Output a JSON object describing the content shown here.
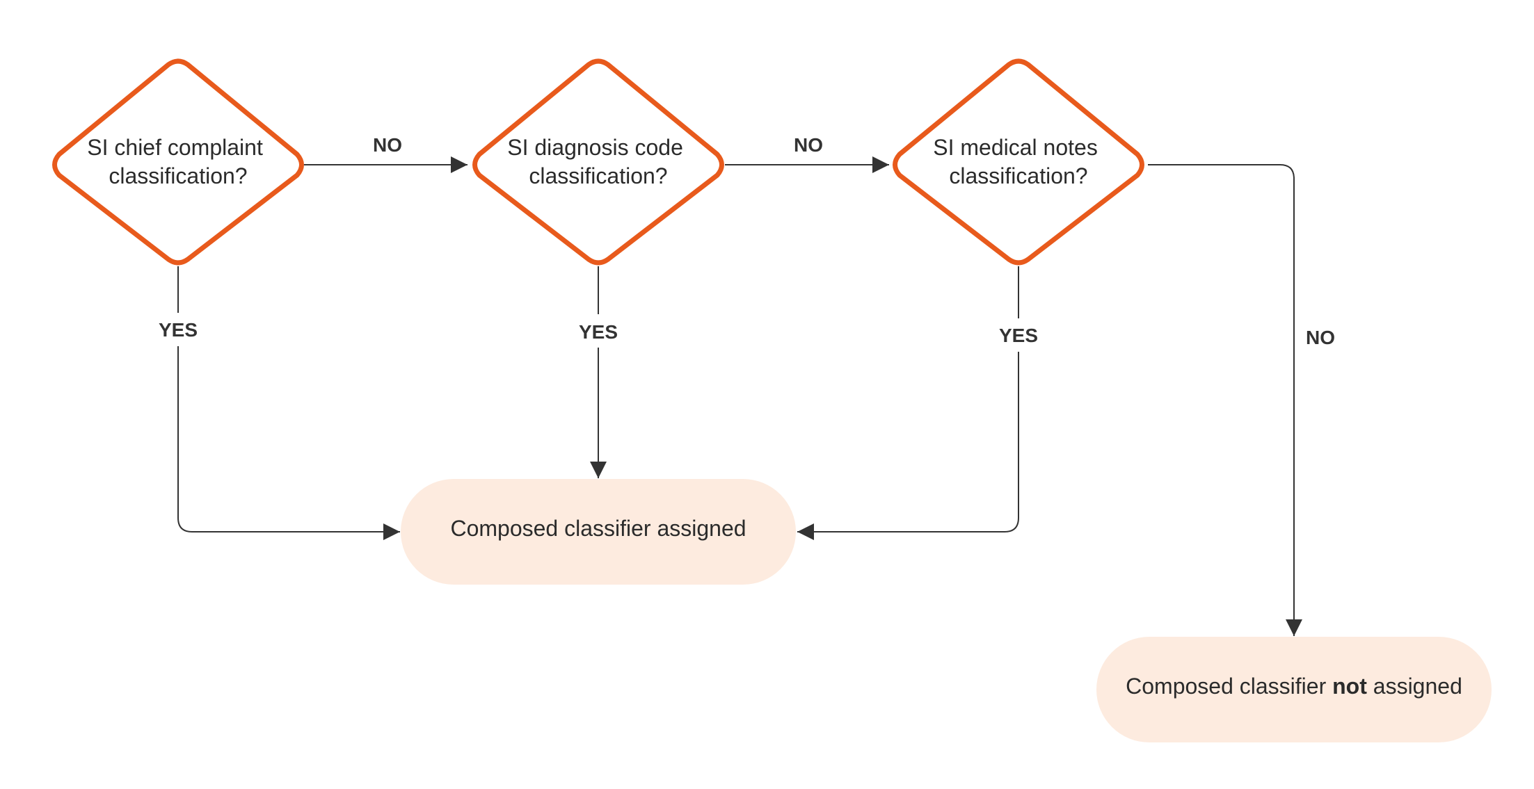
{
  "colors": {
    "decision_stroke": "#E85A1C",
    "terminal_fill": "#FDEBDF",
    "connector": "#333333",
    "text": "#2b2b2b"
  },
  "decisions": [
    {
      "line1": "SI chief complaint",
      "line2": "classification?"
    },
    {
      "line1": "SI diagnosis code",
      "line2": "classification?"
    },
    {
      "line1": "SI medical notes",
      "line2": "classification?"
    }
  ],
  "terminals": {
    "assigned": {
      "text": "Composed classifier assigned"
    },
    "not_assigned": {
      "prefix": "Composed classifier ",
      "bold": "not",
      "suffix": " assigned"
    }
  },
  "edge_labels": {
    "no_1_to_2": "NO",
    "no_2_to_3": "NO",
    "no_3_to_end": "NO",
    "yes_1": "YES",
    "yes_2": "YES",
    "yes_3": "YES"
  }
}
